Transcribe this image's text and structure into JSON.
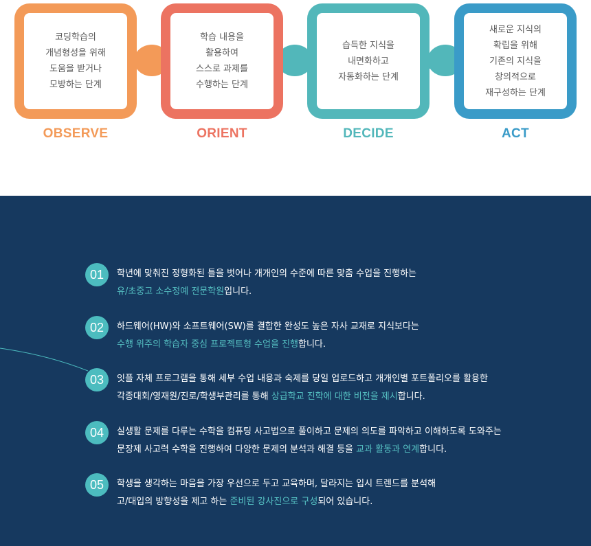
{
  "ooda": {
    "pieces": [
      {
        "label": "OBSERVE",
        "color": "#f39a58",
        "lines": [
          "코딩학습의",
          "개념형성을 위해",
          "도움을 받거나",
          "모방하는 단계"
        ]
      },
      {
        "label": "ORIENT",
        "color": "#ec7361",
        "lines": [
          "학습 내용을",
          "활용하여",
          "스스로 과제를",
          "수행하는 단계"
        ]
      },
      {
        "label": "DECIDE",
        "color": "#52b7ba",
        "lines": [
          "습득한 지식을",
          "내면화하고",
          "자동화하는 단계"
        ]
      },
      {
        "label": "ACT",
        "color": "#3a9bc8",
        "lines": [
          "새로운 지식의",
          "확립을 위해",
          "기존의 지식을",
          "창의적으로",
          "재구성하는 단계"
        ]
      }
    ]
  },
  "features": {
    "background": "#16395f",
    "accent": "#4cbcbf",
    "items": [
      {
        "num": "01",
        "line1": "학년에 맞춰진 정형화된 틀을 벗어나 개개인의 수준에 따른 맞춤 수업을 진행하는",
        "line2_pre": "",
        "line2_hl": "유/초중고 소수정예 전문학원",
        "line2_post": "입니다."
      },
      {
        "num": "02",
        "line1": "하드웨어(HW)와 소프트웨어(SW)를 결합한 완성도 높은 자사 교재로 지식보다는",
        "line2_pre": "",
        "line2_hl": "수행 위주의 학습자 중심 프로젝트형 수업을 진행",
        "line2_post": "합니다."
      },
      {
        "num": "03",
        "line1": "잇플 자체 프로그램을 통해 세부 수업 내용과 숙제를 당일 업로드하고 개개인별 포트폴리오를 활용한",
        "line2_pre": "각종대회/영재원/진로/학생부관리를 통해 ",
        "line2_hl": "상급학교 진학에 대한 비전을 제시",
        "line2_post": "합니다."
      },
      {
        "num": "04",
        "line1": "실생활 문제를 다루는 수학을 컴퓨팅 사고법으로 풀이하고 문제의 의도를 파악하고 이해하도록 도와주는",
        "line2_pre": "문장제 사고력 수학을 진행하여 다양한 문제의 분석과 해결 등을 ",
        "line2_hl": "교과 활동과 연계",
        "line2_post": "합니다."
      },
      {
        "num": "05",
        "line1": "학생을 생각하는 마음을 가장 우선으로 두고 교육하며, 달라지는 입시 트렌드를 분석해",
        "line2_pre": "고/대입의 방향성을 제고 하는 ",
        "line2_hl": "준비된 강사진으로 구성",
        "line2_post": "되어 있습니다."
      }
    ]
  }
}
